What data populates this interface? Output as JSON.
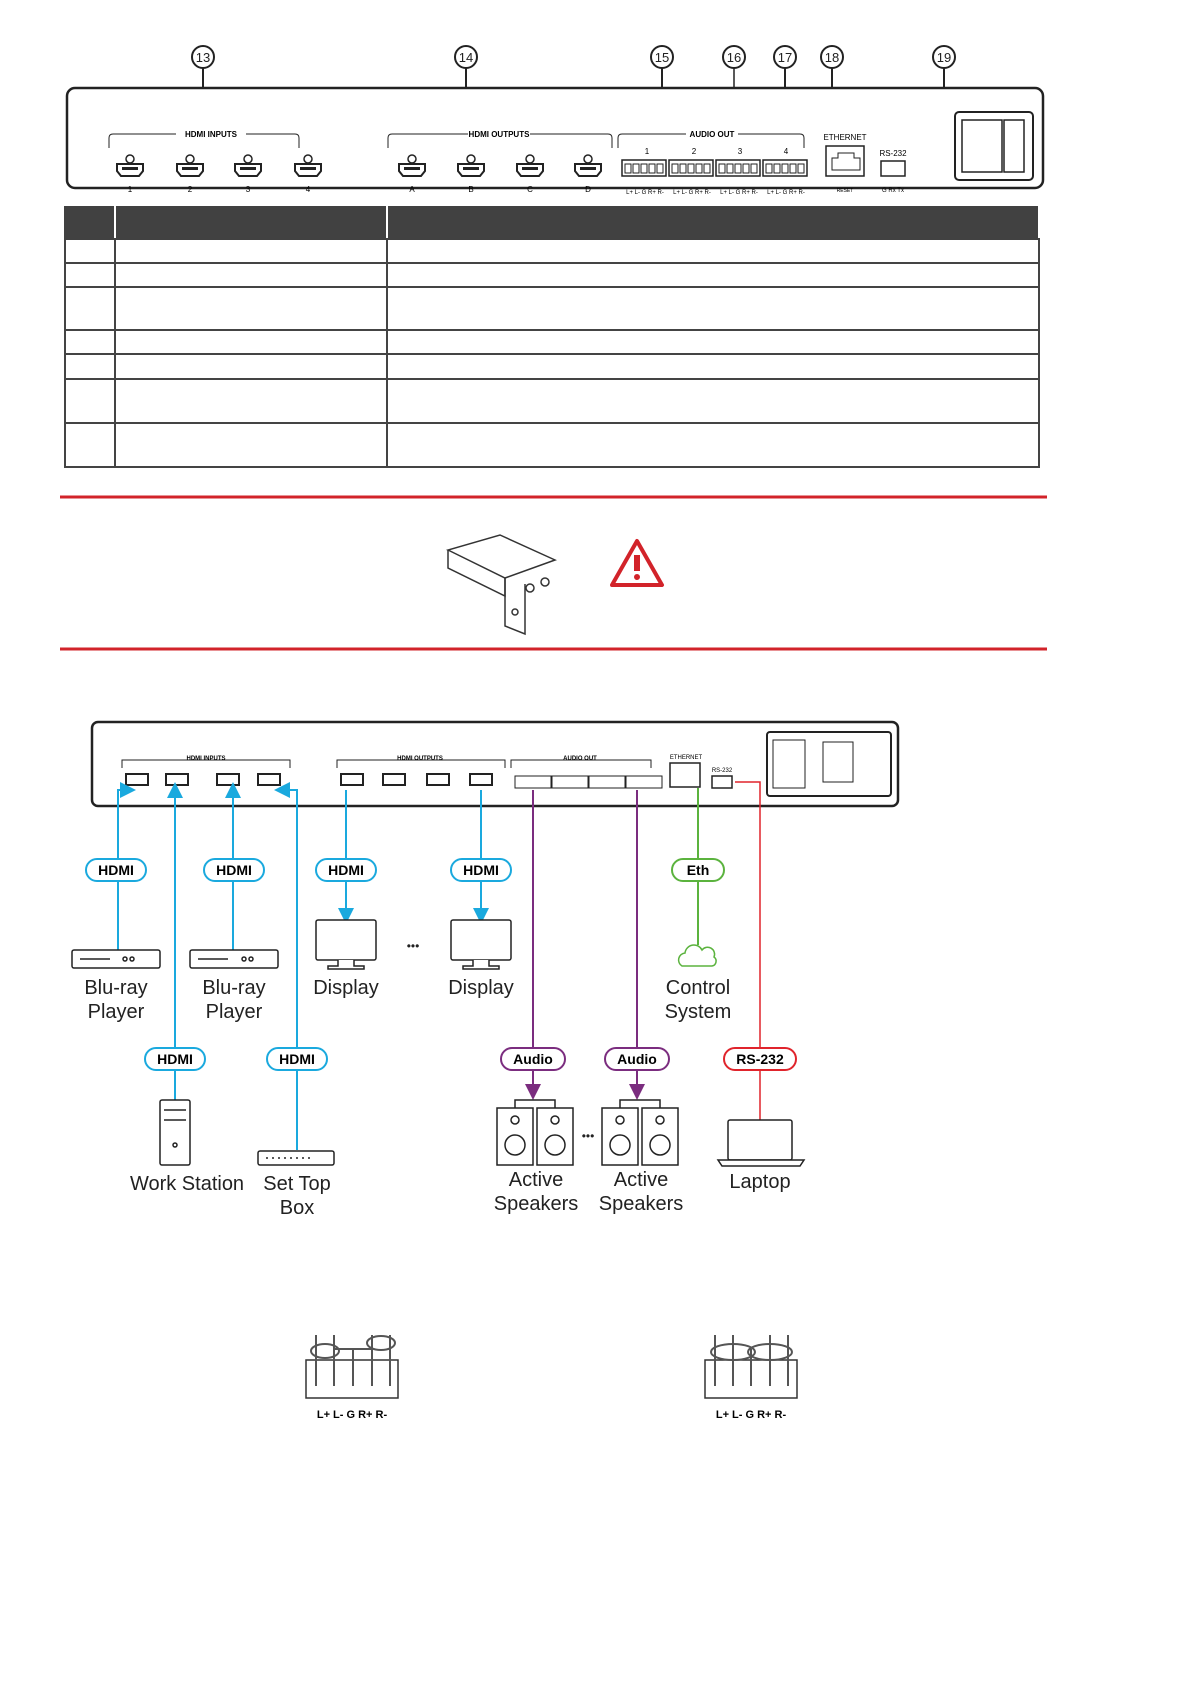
{
  "callouts": [
    "13",
    "14",
    "15",
    "16",
    "17",
    "18",
    "19"
  ],
  "panel": {
    "hdmi_inputs": "HDMI INPUTS",
    "hdmi_outputs": "HDMI OUTPUTS",
    "audio_out": "AUDIO OUT",
    "ethernet": "ETHERNET",
    "rs232": "RS-232",
    "reset": "RESET",
    "rs232_pins": "G Rx Tx",
    "audio_pins": "L+ L- G R+ R-",
    "input_ports": [
      "1",
      "2",
      "3",
      "4"
    ],
    "output_ports": [
      "A",
      "B",
      "C",
      "D"
    ],
    "audio_ports": [
      "1",
      "2",
      "3",
      "4"
    ]
  },
  "table": {
    "rows": 7
  },
  "colors": {
    "hdmi": "#1aa9de",
    "audio": "#7b2d7f",
    "eth": "#5bb33e",
    "rs232": "#e0242c",
    "rule": "#d2232a"
  },
  "diagram": {
    "badge_hdmi": "HDMI",
    "badge_audio": "Audio",
    "badge_eth": "Eth",
    "badge_rs232": "RS-232",
    "bluray1": [
      "Blu-ray",
      "Player"
    ],
    "bluray2": [
      "Blu-ray",
      "Player"
    ],
    "workstation": "Work Station",
    "settop": [
      "Set Top",
      "Box"
    ],
    "display1": "Display",
    "display2": "Display",
    "speakers1": [
      "Active",
      "Speakers"
    ],
    "speakers2": [
      "Active",
      "Speakers"
    ],
    "control": [
      "Control",
      "System"
    ],
    "laptop": "Laptop",
    "ellipsis": "•••"
  },
  "wiring": {
    "left_pins": "L+ L-  G  R+ R-",
    "right_pins": "L+ L-  G  R+ R-"
  }
}
